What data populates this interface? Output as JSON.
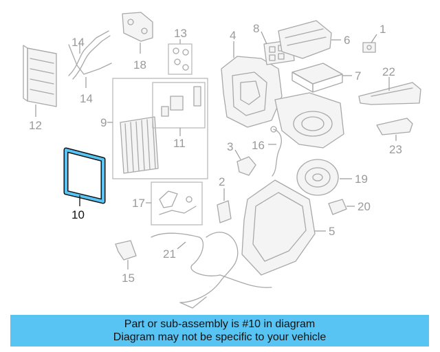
{
  "callouts": {
    "c1": "1",
    "c2": "2",
    "c3": "3",
    "c4": "4",
    "c5": "5",
    "c6": "6",
    "c7": "7",
    "c8": "8",
    "c9": "9",
    "c10": "10",
    "c11": "11",
    "c12": "12",
    "c13": "13",
    "c14a": "14",
    "c14b": "14",
    "c15": "15",
    "c16": "16",
    "c17": "17",
    "c18": "18",
    "c19": "19",
    "c20": "20",
    "c21": "21",
    "c22": "22",
    "c23": "23"
  },
  "colors": {
    "highlight": "#58c4f4",
    "banner_bg": "#58c4f4",
    "part_line": "#a8a8a8",
    "highlight_outline": "#111111"
  },
  "banner": {
    "line1": "Part or sub-assembly is #10 in diagram",
    "line2": "Diagram may not be specific to your vehicle"
  }
}
